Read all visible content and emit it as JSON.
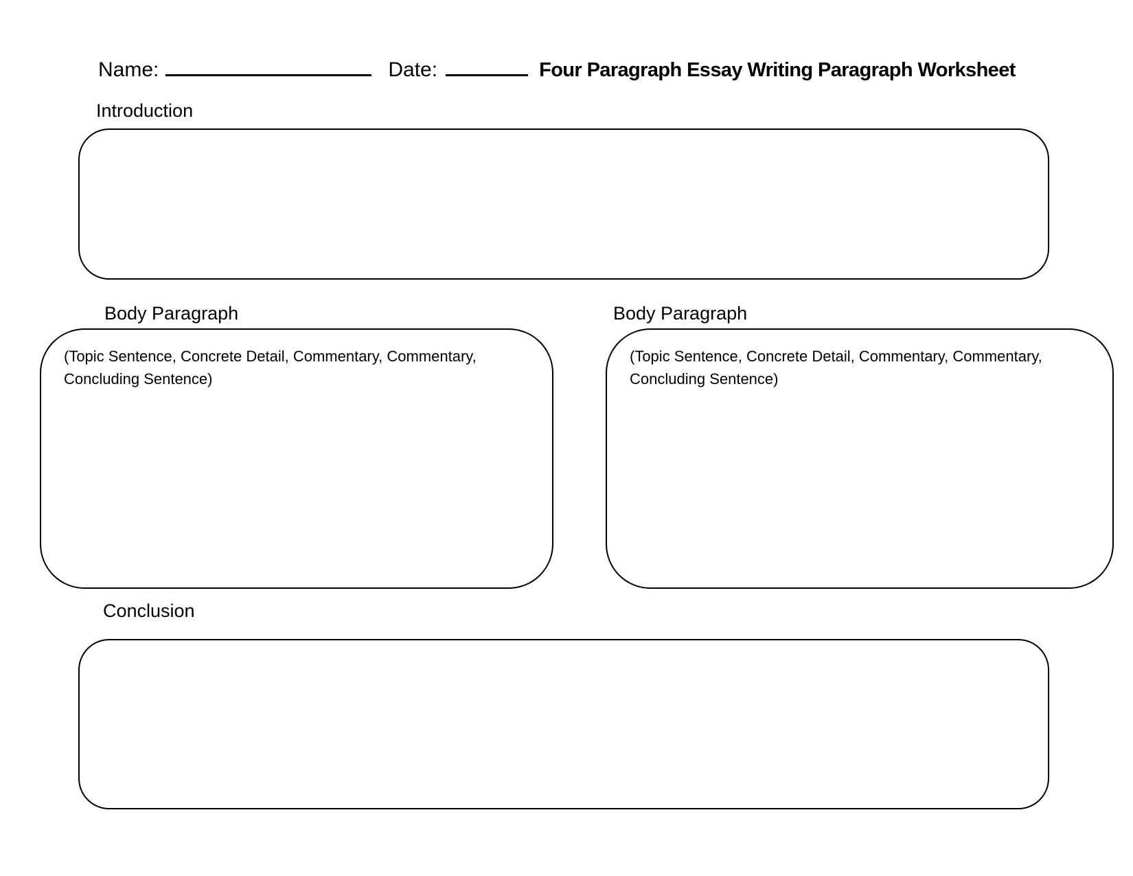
{
  "header": {
    "name_label": "Name:",
    "date_label": "Date:",
    "title": "Four Paragraph Essay Writing Paragraph Worksheet"
  },
  "sections": {
    "introduction": {
      "label": "Introduction"
    },
    "body_left": {
      "label": "Body Paragraph",
      "hint_lines": [
        "(Topic Sentence, Concrete Detail, Commentary, Commentary,",
        "Concluding Sentence)"
      ]
    },
    "body_right": {
      "label": "Body Paragraph",
      "hint_lines": [
        "(Topic Sentence, Concrete Detail, Commentary, Commentary,",
        "Concluding Sentence)"
      ]
    },
    "conclusion": {
      "label": "Conclusion"
    }
  },
  "colors": {
    "ink": "#000000",
    "background": "#ffffff"
  }
}
